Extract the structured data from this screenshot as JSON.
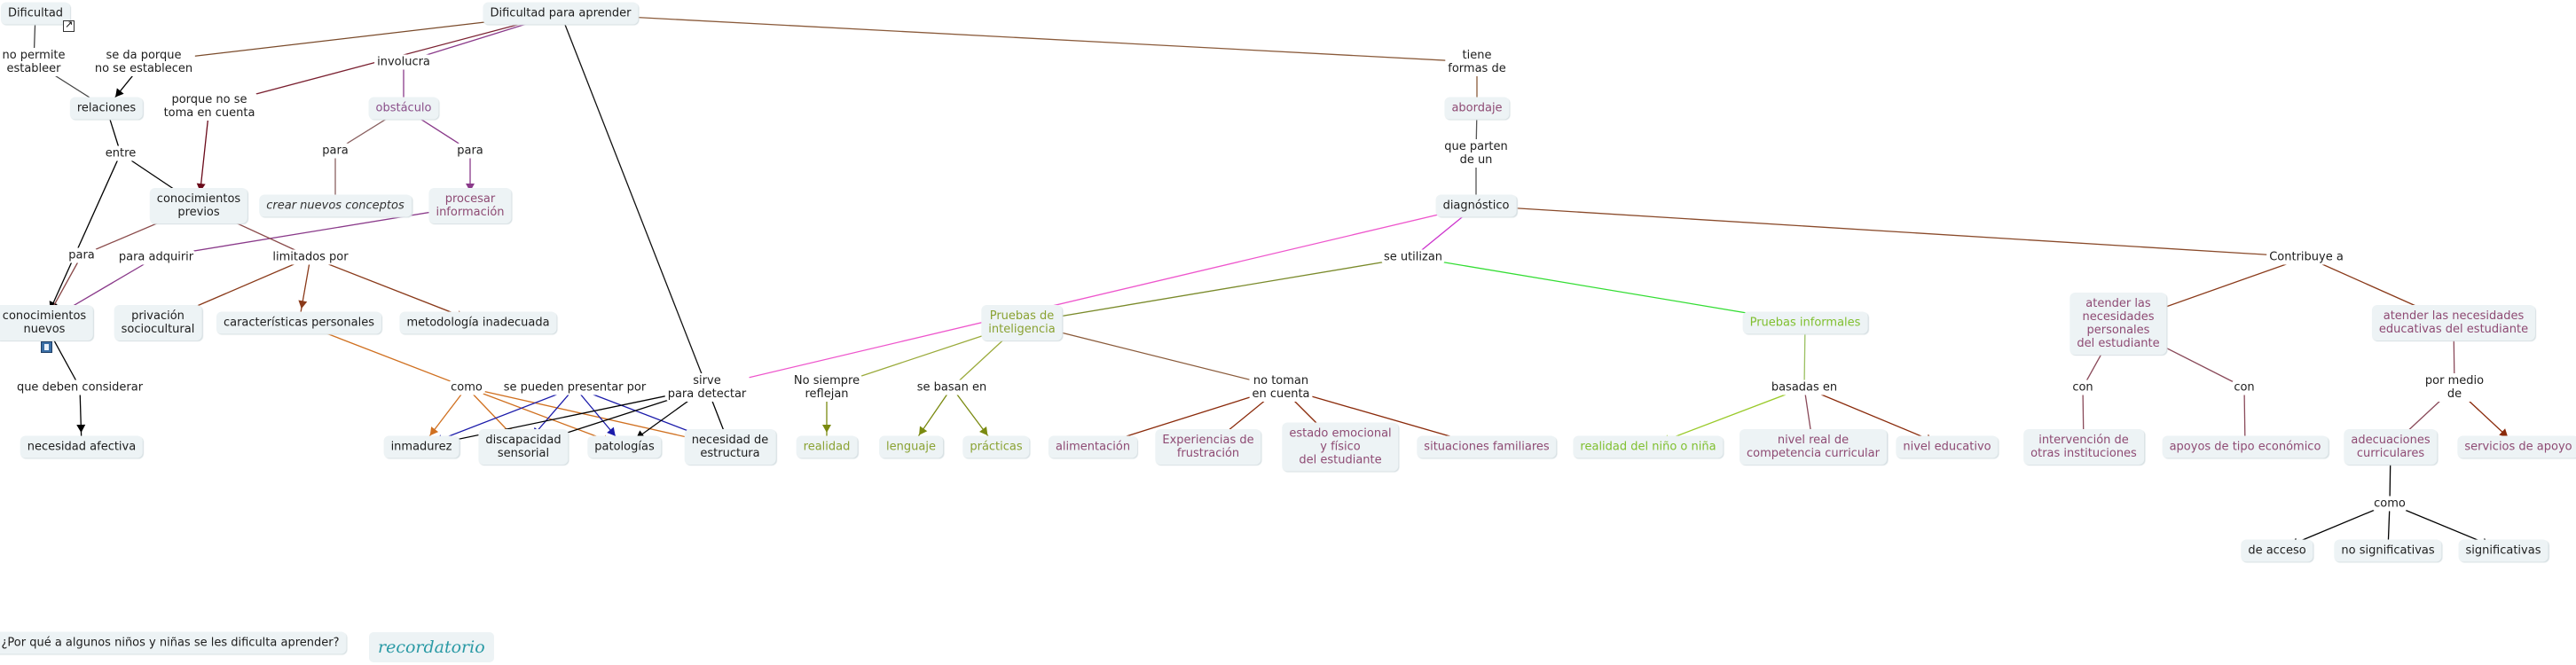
{
  "map": {
    "nodes": [
      {
        "id": "dificultad",
        "text": "Dificultad",
        "kind": "concept",
        "tone": "black"
      },
      {
        "id": "dificultad_aprender",
        "text": "Dificultad para aprender",
        "kind": "concept",
        "tone": "black"
      },
      {
        "id": "no_permite",
        "text": "no permite\nestableer",
        "kind": "phrase",
        "tone": "black"
      },
      {
        "id": "se_da_porque",
        "text": "se da porque\nno se establecen",
        "kind": "phrase",
        "tone": "black"
      },
      {
        "id": "porque_no_se",
        "text": "porque no se\ntoma en cuenta",
        "kind": "phrase",
        "tone": "black"
      },
      {
        "id": "involucra",
        "text": "involucra",
        "kind": "phrase",
        "tone": "black"
      },
      {
        "id": "tiene_formas",
        "text": "tiene\nformas de",
        "kind": "phrase",
        "tone": "black"
      },
      {
        "id": "relaciones",
        "text": "relaciones",
        "kind": "concept",
        "tone": "black"
      },
      {
        "id": "obstaculo",
        "text": "obstáculo",
        "kind": "concept",
        "tone": "purple"
      },
      {
        "id": "abordaje",
        "text": "abordaje",
        "kind": "concept",
        "tone": "plum"
      },
      {
        "id": "entre",
        "text": "entre",
        "kind": "phrase",
        "tone": "black"
      },
      {
        "id": "para_1",
        "text": "para",
        "kind": "phrase",
        "tone": "black"
      },
      {
        "id": "para_2",
        "text": "para",
        "kind": "phrase",
        "tone": "black"
      },
      {
        "id": "que_parten",
        "text": "que parten\nde un",
        "kind": "phrase",
        "tone": "black"
      },
      {
        "id": "conocimientos_previos",
        "text": "conocimientos\nprevios",
        "kind": "concept",
        "tone": "black"
      },
      {
        "id": "crear_conceptos",
        "text": "crear nuevos conceptos",
        "kind": "concept",
        "tone": "italic"
      },
      {
        "id": "procesar",
        "text": "procesar\ninformación",
        "kind": "concept",
        "tone": "plum"
      },
      {
        "id": "diagnostico",
        "text": "diagnóstico",
        "kind": "concept",
        "tone": "black"
      },
      {
        "id": "para_3",
        "text": "para",
        "kind": "phrase",
        "tone": "black"
      },
      {
        "id": "para_adquirir",
        "text": "para adquirir",
        "kind": "phrase",
        "tone": "black"
      },
      {
        "id": "limitados_por",
        "text": "limitados por",
        "kind": "phrase",
        "tone": "black"
      },
      {
        "id": "se_utilizan",
        "text": "se utilizan",
        "kind": "phrase",
        "tone": "black"
      },
      {
        "id": "contribuye",
        "text": "Contribuye a",
        "kind": "phrase",
        "tone": "black"
      },
      {
        "id": "conocimientos_nuevos",
        "text": "conocimientos\nnuevos",
        "kind": "concept",
        "tone": "black"
      },
      {
        "id": "privacion",
        "text": "privación\nsociocultural",
        "kind": "concept",
        "tone": "black"
      },
      {
        "id": "caracteristicas",
        "text": "características personales",
        "kind": "concept",
        "tone": "black"
      },
      {
        "id": "metodologia",
        "text": "metodología inadecuada",
        "kind": "concept",
        "tone": "black"
      },
      {
        "id": "pruebas_inteligencia",
        "text": "Pruebas de\ninteligencia",
        "kind": "concept",
        "tone": "olive"
      },
      {
        "id": "pruebas_informales",
        "text": "Pruebas informales",
        "kind": "concept",
        "tone": "green"
      },
      {
        "id": "atender_personales",
        "text": "atender las\nnecesidades\npersonales\ndel estudiante",
        "kind": "concept",
        "tone": "plum"
      },
      {
        "id": "atender_educativas",
        "text": "atender las necesidades\neducativas del estudiante",
        "kind": "concept",
        "tone": "plum"
      },
      {
        "id": "que_deben",
        "text": "que deben considerar",
        "kind": "phrase",
        "tone": "black"
      },
      {
        "id": "como_1",
        "text": "como",
        "kind": "phrase",
        "tone": "black"
      },
      {
        "id": "se_pueden",
        "text": "se pueden presentar por",
        "kind": "phrase",
        "tone": "black"
      },
      {
        "id": "sirve",
        "text": "sirve\npara detectar",
        "kind": "phrase",
        "tone": "black"
      },
      {
        "id": "no_siempre",
        "text": "No siempre\nreflejan",
        "kind": "phrase",
        "tone": "black"
      },
      {
        "id": "se_basan",
        "text": "se basan en",
        "kind": "phrase",
        "tone": "black"
      },
      {
        "id": "no_toman",
        "text": "no toman\nen cuenta",
        "kind": "phrase",
        "tone": "black"
      },
      {
        "id": "basadas_en",
        "text": "basadas en",
        "kind": "phrase",
        "tone": "black"
      },
      {
        "id": "con_1",
        "text": "con",
        "kind": "phrase",
        "tone": "black"
      },
      {
        "id": "con_2",
        "text": "con",
        "kind": "phrase",
        "tone": "black"
      },
      {
        "id": "por_medio",
        "text": "por medio\nde",
        "kind": "phrase",
        "tone": "black"
      },
      {
        "id": "necesidad_afectiva",
        "text": "necesidad afectiva",
        "kind": "concept",
        "tone": "black"
      },
      {
        "id": "inmadurez",
        "text": "inmadurez",
        "kind": "concept",
        "tone": "black"
      },
      {
        "id": "discapacidad",
        "text": "discapacidad\nsensorial",
        "kind": "concept",
        "tone": "black"
      },
      {
        "id": "patologias",
        "text": "patologías",
        "kind": "concept",
        "tone": "black"
      },
      {
        "id": "necesidad_estructura",
        "text": "necesidad de\nestructura",
        "kind": "concept",
        "tone": "black"
      },
      {
        "id": "realidad",
        "text": "realidad",
        "kind": "concept",
        "tone": "olive"
      },
      {
        "id": "lenguaje",
        "text": "lenguaje",
        "kind": "concept",
        "tone": "olive"
      },
      {
        "id": "practicas",
        "text": "prácticas",
        "kind": "concept",
        "tone": "olive"
      },
      {
        "id": "alimentacion",
        "text": "alimentación",
        "kind": "concept",
        "tone": "plum"
      },
      {
        "id": "experiencias",
        "text": "Experiencias de\nfrustración",
        "kind": "concept",
        "tone": "plum"
      },
      {
        "id": "estado_emocional",
        "text": "estado emocional\ny físico\ndel estudiante",
        "kind": "concept",
        "tone": "plum"
      },
      {
        "id": "situaciones",
        "text": "situaciones familiares",
        "kind": "concept",
        "tone": "plum"
      },
      {
        "id": "realidad_nino",
        "text": "realidad del niño o niña",
        "kind": "concept",
        "tone": "green"
      },
      {
        "id": "nivel_real",
        "text": "nivel real de\ncompetencia curricular",
        "kind": "concept",
        "tone": "plum"
      },
      {
        "id": "nivel_educativo",
        "text": "nivel educativo",
        "kind": "concept",
        "tone": "plum"
      },
      {
        "id": "intervencion",
        "text": "intervención de\notras instituciones",
        "kind": "concept",
        "tone": "plum"
      },
      {
        "id": "apoyos",
        "text": "apoyos de tipo económico",
        "kind": "concept",
        "tone": "plum"
      },
      {
        "id": "adecuaciones",
        "text": "adecuaciones\ncurriculares",
        "kind": "concept",
        "tone": "plum"
      },
      {
        "id": "servicios",
        "text": "servicios de apoyo",
        "kind": "concept",
        "tone": "plum"
      },
      {
        "id": "como_2",
        "text": "como",
        "kind": "phrase",
        "tone": "black"
      },
      {
        "id": "de_acceso",
        "text": "de acceso",
        "kind": "concept",
        "tone": "black"
      },
      {
        "id": "no_significativas",
        "text": "no significativas",
        "kind": "concept",
        "tone": "black"
      },
      {
        "id": "significativas",
        "text": "significativas",
        "kind": "concept",
        "tone": "black"
      },
      {
        "id": "pregunta",
        "text": "¿Por qué a algunos niños y niñas se les dificulta aprender?",
        "kind": "concept",
        "tone": "black"
      }
    ],
    "links": [
      {
        "from": "dificultad",
        "to": "no_permite",
        "color": "#444444",
        "arrow": false
      },
      {
        "from": "no_permite",
        "to": "relaciones",
        "color": "#444444",
        "arrow": false
      },
      {
        "from": "dificultad_aprender",
        "to": "se_da_porque",
        "color": "#7a4a2a",
        "arrow": false
      },
      {
        "from": "se_da_porque",
        "to": "relaciones",
        "color": "#000000",
        "arrow": true
      },
      {
        "from": "dificultad_aprender",
        "to": "porque_no_se",
        "color": "#7a2030",
        "arrow": false
      },
      {
        "from": "porque_no_se",
        "to": "conocimientos_previos",
        "color": "#6a0a1a",
        "arrow": true
      },
      {
        "from": "dificultad_aprender",
        "to": "involucra",
        "color": "#8a3a8a",
        "arrow": false
      },
      {
        "from": "involucra",
        "to": "obstaculo",
        "color": "#8a3a8a",
        "arrow": false
      },
      {
        "from": "dificultad_aprender",
        "to": "sirve",
        "color": "#111111",
        "arrow": false
      },
      {
        "from": "dificultad_aprender",
        "to": "tiene_formas",
        "color": "#8a5a3a",
        "arrow": false
      },
      {
        "from": "tiene_formas",
        "to": "abordaje",
        "color": "#8a5a3a",
        "arrow": false
      },
      {
        "from": "relaciones",
        "to": "entre",
        "color": "#000000",
        "arrow": false
      },
      {
        "from": "entre",
        "to": "conocimientos_previos",
        "color": "#000000",
        "arrow": true
      },
      {
        "from": "entre",
        "to": "conocimientos_nuevos",
        "color": "#000000",
        "arrow": true
      },
      {
        "from": "obstaculo",
        "to": "para_1",
        "color": "#8a6060",
        "arrow": false
      },
      {
        "from": "para_1",
        "to": "crear_conceptos",
        "color": "#8a6060",
        "arrow": false
      },
      {
        "from": "obstaculo",
        "to": "para_2",
        "color": "#8a3a8a",
        "arrow": false
      },
      {
        "from": "para_2",
        "to": "procesar",
        "color": "#8a3a8a",
        "arrow": true
      },
      {
        "from": "procesar",
        "to": "para_adquirir",
        "color": "#8a3a8a",
        "arrow": false
      },
      {
        "from": "para_adquirir",
        "to": "conocimientos_nuevos",
        "color": "#8a3a8a",
        "arrow": false
      },
      {
        "from": "conocimientos_previos",
        "to": "para_3",
        "color": "#8a4a4a",
        "arrow": false
      },
      {
        "from": "para_3",
        "to": "conocimientos_nuevos",
        "color": "#8a4a4a",
        "arrow": false
      },
      {
        "from": "conocimientos_previos",
        "to": "limitados_por",
        "color": "#8a4a4a",
        "arrow": false
      },
      {
        "from": "limitados_por",
        "to": "privacion",
        "color": "#8a3a1a",
        "arrow": true
      },
      {
        "from": "limitados_por",
        "to": "caracteristicas",
        "color": "#8a3a1a",
        "arrow": true
      },
      {
        "from": "limitados_por",
        "to": "metodologia",
        "color": "#8a3a1a",
        "arrow": true
      },
      {
        "from": "caracteristicas",
        "to": "como_1",
        "color": "#d07020",
        "arrow": false
      },
      {
        "from": "como_1",
        "to": "inmadurez",
        "color": "#d07020",
        "arrow": true
      },
      {
        "from": "como_1",
        "to": "discapacidad",
        "color": "#d07020",
        "arrow": true
      },
      {
        "from": "como_1",
        "to": "patologias",
        "color": "#d07020",
        "arrow": true
      },
      {
        "from": "como_1",
        "to": "necesidad_estructura",
        "color": "#d07020",
        "arrow": true
      },
      {
        "from": "se_pueden",
        "to": "inmadurez",
        "color": "#1a1aaa",
        "arrow": true
      },
      {
        "from": "se_pueden",
        "to": "discapacidad",
        "color": "#1a1aaa",
        "arrow": true
      },
      {
        "from": "se_pueden",
        "to": "patologias",
        "color": "#1a1aaa",
        "arrow": true
      },
      {
        "from": "se_pueden",
        "to": "necesidad_estructura",
        "color": "#1a1aaa",
        "arrow": true
      },
      {
        "from": "sirve",
        "to": "inmadurez",
        "color": "#000000",
        "arrow": true
      },
      {
        "from": "sirve",
        "to": "discapacidad",
        "color": "#000000",
        "arrow": true
      },
      {
        "from": "sirve",
        "to": "patologias",
        "color": "#000000",
        "arrow": true
      },
      {
        "from": "sirve",
        "to": "necesidad_estructura",
        "color": "#000000",
        "arrow": false
      },
      {
        "from": "conocimientos_nuevos",
        "to": "que_deben",
        "color": "#000000",
        "arrow": false
      },
      {
        "from": "que_deben",
        "to": "necesidad_afectiva",
        "color": "#000000",
        "arrow": true
      },
      {
        "from": "abordaje",
        "to": "que_parten",
        "color": "#555555",
        "arrow": false
      },
      {
        "from": "que_parten",
        "to": "diagnostico",
        "color": "#555555",
        "arrow": false
      },
      {
        "from": "diagnostico",
        "to": "se_utilizan",
        "color": "#cc33cc",
        "arrow": false
      },
      {
        "from": "diagnostico",
        "to": "sirve",
        "color": "#ee55cc",
        "arrow": false
      },
      {
        "from": "diagnostico",
        "to": "contribuye",
        "color": "#8a4a2a",
        "arrow": false
      },
      {
        "from": "se_utilizan",
        "to": "pruebas_inteligencia",
        "color": "#7a8a2a",
        "arrow": true
      },
      {
        "from": "se_utilizan",
        "to": "pruebas_informales",
        "color": "#33dd33",
        "arrow": true
      },
      {
        "from": "pruebas_inteligencia",
        "to": "no_siempre",
        "color": "#9aaa3a",
        "arrow": false
      },
      {
        "from": "pruebas_inteligencia",
        "to": "se_basan",
        "color": "#9aaa3a",
        "arrow": false
      },
      {
        "from": "pruebas_inteligencia",
        "to": "no_toman",
        "color": "#8a5a3a",
        "arrow": false
      },
      {
        "from": "no_siempre",
        "to": "realidad",
        "color": "#7a8a10",
        "arrow": true
      },
      {
        "from": "se_basan",
        "to": "lenguaje",
        "color": "#7a8a10",
        "arrow": true
      },
      {
        "from": "se_basan",
        "to": "practicas",
        "color": "#7a8a10",
        "arrow": true
      },
      {
        "from": "no_toman",
        "to": "alimentacion",
        "color": "#8a2a0a",
        "arrow": true
      },
      {
        "from": "no_toman",
        "to": "experiencias",
        "color": "#8a2a0a",
        "arrow": true
      },
      {
        "from": "no_toman",
        "to": "estado_emocional",
        "color": "#8a2a0a",
        "arrow": true
      },
      {
        "from": "no_toman",
        "to": "situaciones",
        "color": "#8a2a0a",
        "arrow": true
      },
      {
        "from": "pruebas_informales",
        "to": "basadas_en",
        "color": "#9ac060",
        "arrow": false
      },
      {
        "from": "basadas_en",
        "to": "realidad_nino",
        "color": "#9aca2a",
        "arrow": true
      },
      {
        "from": "basadas_en",
        "to": "nivel_real",
        "color": "#8a4a5a",
        "arrow": false
      },
      {
        "from": "basadas_en",
        "to": "nivel_educativo",
        "color": "#8a2a0a",
        "arrow": true
      },
      {
        "from": "contribuye",
        "to": "atender_personales",
        "color": "#8a3a1a",
        "arrow": true
      },
      {
        "from": "contribuye",
        "to": "atender_educativas",
        "color": "#8a3a1a",
        "arrow": true
      },
      {
        "from": "atender_personales",
        "to": "con_1",
        "color": "#8a4a5a",
        "arrow": false
      },
      {
        "from": "con_1",
        "to": "intervencion",
        "color": "#8a4a5a",
        "arrow": false
      },
      {
        "from": "atender_personales",
        "to": "con_2",
        "color": "#8a4a5a",
        "arrow": false
      },
      {
        "from": "con_2",
        "to": "apoyos",
        "color": "#8a4a5a",
        "arrow": false
      },
      {
        "from": "atender_educativas",
        "to": "por_medio",
        "color": "#8a4a5a",
        "arrow": false
      },
      {
        "from": "por_medio",
        "to": "adecuaciones",
        "color": "#8a4a5a",
        "arrow": false
      },
      {
        "from": "por_medio",
        "to": "servicios",
        "color": "#8a2a0a",
        "arrow": true
      },
      {
        "from": "adecuaciones",
        "to": "como_2",
        "color": "#000000",
        "arrow": false
      },
      {
        "from": "como_2",
        "to": "de_acceso",
        "color": "#000000",
        "arrow": true
      },
      {
        "from": "como_2",
        "to": "no_significativas",
        "color": "#000000",
        "arrow": false
      },
      {
        "from": "como_2",
        "to": "significativas",
        "color": "#000000",
        "arrow": true
      }
    ]
  },
  "recordatorio": {
    "label": "recordatorio"
  }
}
